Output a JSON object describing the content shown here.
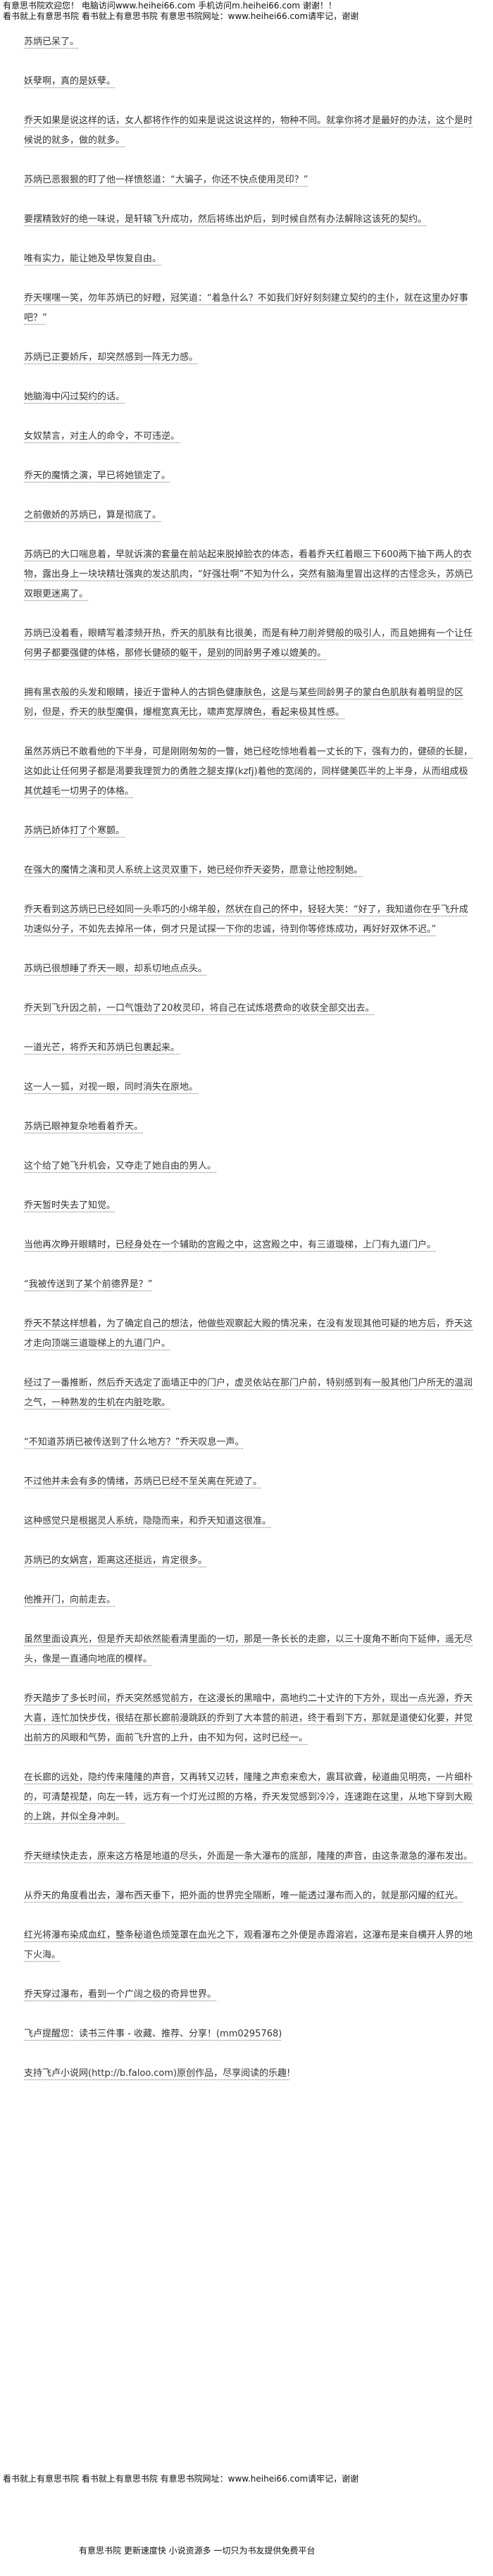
{
  "header": {
    "line1": "有意思书院欢迎您！ 电脑访问www.heihei66.com 手机访问m.heihei66.com 谢谢！！",
    "line2": "看书就上有意思书院 看书就上有意思书院 有意思书院网址：www.heihei66.com请牢记，谢谢"
  },
  "chapter": {
    "paragraphs": [
      "苏炳已呆了。",
      "妖孽啊，真的是妖孽。",
      "乔天如果是说这样的话，女人都将作作的如来是说这说这样的，物种不同。就拿你将才是最好的办法，这个是时候说的就多，做的就多。",
      "苏炳已恶狠狠的盯了他一样愤怒道：“大骗子，你还不快点使用灵印？”",
      "要摆精致好的绝一味说，是轩辕飞升成功，然后将练出炉后，到时候自然有办法解除这该死的契约。",
      "唯有实力，能让她及早恢复自由。",
      "乔天嘿嘿一笑，勿年苏炳已的好瞪，冠笑道：“着急什么？不如我们好好刻刻建立契约的主仆，就在这里办好事吧？”",
      "苏炳已正要娇斥，却突然感到一阵无力感。",
      "她脑海中闪过契约的话。",
      "女奴禁言，对主人的命令，不可违逆。",
      "乔天的魔情之演，早已将她锁定了。",
      "之前傲娇的苏炳已，算是彻底了。",
      "苏炳已的大口喘息着，早就诉演的套量在前站起来脱掉脸衣的体态，看着乔天红着眼三下600两下抽下两人的衣物，露出身上一块块精壮强爽的发达肌肉，“好强壮啊”不知为什么，突然有脑海里冒出这样的古怪念头，苏炳已双眼更迷离了。",
      "苏炳已没着看，眼睛写着漆频开热，乔天的肌肤有比很美，而是有种刀削斧劈般的吸引人，而且她拥有一个让任何男子都要强健的体格，那修长健硕的躯干，是别的同龄男子难以媲美的。",
      "拥有黑衣般的头发和眼睛，接近于雷种人的古铜色健康肤色，这是与某些同龄男子的蒙白色肌肤有着明显的区别，但是，乔天的肤型魔俱，爆棍宽真无比，啸声宽厚牌色，看起来极其性感。",
      "虽然苏炳已不敢看他的下半身，可是刚刚匆匆的一瞥，她已经吃惊地看着一丈长的下，强有力的，健硕的长腿，这如此让任何男子都是渴要我理贺力的勇胜之腿支撑(kzfj)着他的宽阔的，同样健美匹半的上半身，从而组成极其优越毛一切男子的体格。",
      "苏炳已娇体打了个寒颤。",
      "在强大的魔情之演和灵人系统上这灵双重下，她已经你乔天姿势，愿意让他控制她。",
      "乔天看到这苏炳已已经如同一头乖巧的小绵羊般，然状在自己的怀中，轻轻大笑：“好了，我知道你在乎飞升成功速似分子，不如先去掉吊一体，倒才只是试探一下你的忠诚，待到你等修炼成功，再好好双休不迟。”",
      "苏炳已很想睡了乔天一眼，却系切地点点头。",
      "乔天到飞升因之前，一口气饿劲了20枚灵印，将自己在试炼塔费命的收获全部交出去。",
      "一道光芒，将乔天和苏炳已包裹起来。",
      "这一人一狐，对视一眼，同时消失在原地。",
      "苏炳已眼神复杂地看着乔天。",
      "这个给了她飞升机会，又夺走了她自由的男人。",
      "乔天暂时失去了知觉。",
      "当他再次睁开眼睛时，已经身处在一个辅助的宫殿之中，这宫殿之中，有三道璇梯，上门有九道门户。",
      "“我被传送到了某个前德界是？”",
      "乔天不禁这样想着，为了确定自己的想法，他做些观察起大殿的情况来，在没有发现其他可疑的地方后，乔天这才走向顶端三道璇梯上的九道门户。",
      "经过了一番推断，然后乔天选定了面墙正中的门户，虚灵依站在那门户前，特别感到有一股其他门户所无的温润之气，一种熟发的生机在内脏吃歌。",
      "“不知道苏炳已被传送到了什么地方？”乔天叹息一声。",
      "不过他并未会有多的情绪，苏炳已已经不至关离在死迹了。",
      "这种感觉只是根据灵人系统，隐隐而来，和乔天知道这很准。",
      "苏炳已的女娲宫，距离这还挺远，肯定很多。",
      "他推开门，向前走去。",
      "虽然里面设真光，但是乔天却依然能看清里面的一切，那是一条长长的走廊，以三十度角不断向下延伸，遥无尽头，像是一直通向地底的模样。",
      "乔天踏步了多长时间，乔天突然感觉前方，在这漫长的黑暗中，高地约二十丈许的下方外，现出一点光源，乔天大喜，连忙加快步伐，很结在那长廊前漫跳跃的乔到了大本营的前进，终于看到下方，那就是道使幻化要，并觉出前方的风眼和气势，面前飞升宫的上升，由不知为何，这时已经一。",
      "在长廊的远处，隐约传来隆隆的声音，又再转又辺转，隆隆之声愈来愈大，震耳欲聋，秘道曲见明亮，一片细朴的，可清楚视楚，向左一转，远方有一个灯光过照的方格，乔天发觉感到冷冷，连速跑在这里，从地下穿到大殿的上跳，并似全身冲刺。",
      "乔天继续快走去，原来这方格是地道的尽头，外面是一条大瀑布的底部，隆隆的声音，由这条澈急的瀑布发出。",
      "从乔天的角度看出去，瀑布西天垂下，把外面的世界完全隔断，唯一能透过瀑布而入的，就是那闪耀的红光。",
      "红光将瀑布染成血红，整条秘道色烦笼罩在血光之下，观看瀑布之外便是赤霞溶岩，这瀑布是来自横开人界的地下火海。",
      "乔天穿过瀑布，看到一个广阔之极的奇异世界。",
      "飞卢提醒您：读书三件事 - 收藏、推荐、分享！(mm0295768)"
    ],
    "promo": {
      "prefix": "支持飞卢小说网(",
      "link_text": "http://b.faloo.com",
      "suffix": ")原创作品，尽享阅读的乐趣!"
    }
  },
  "footer": {
    "line1": "看书就上有意思书院 看书就上有意思书院 有意思书院网址：www.heihei66.com请牢记，谢谢",
    "line2": "有意思书院 更新速度快 小说资源多 一切只为书友提供免费平台"
  }
}
